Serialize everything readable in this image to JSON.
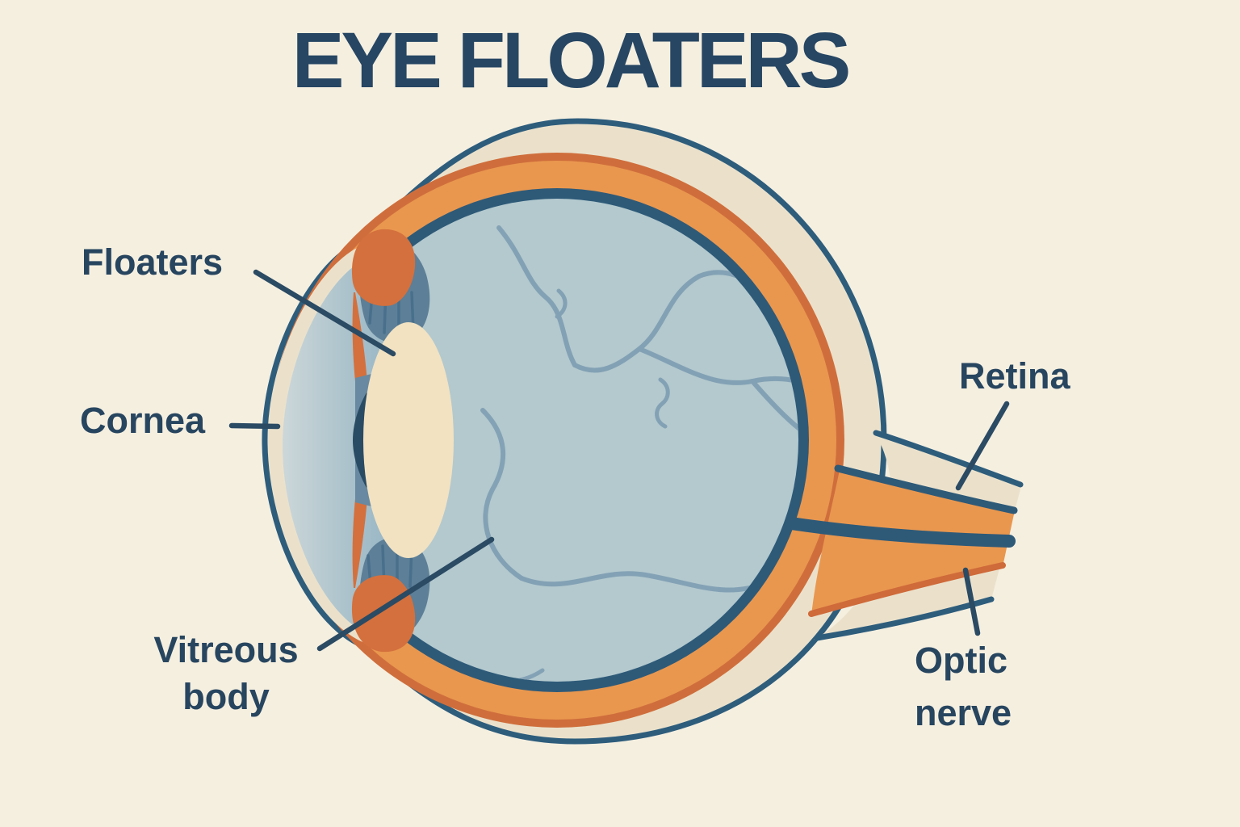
{
  "title": "EYE FLOATERS",
  "labels": {
    "floaters": "Floaters",
    "cornea": "Cornea",
    "vitreous_body": "Vitreous body",
    "retina": "Retina",
    "optic_nerve": "Optic nerve"
  },
  "diagram": {
    "type": "eye-anatomy-cross-section",
    "parts_labeled": [
      "Floaters",
      "Cornea",
      "Vitreous body",
      "Retina",
      "Optic nerve"
    ]
  },
  "colors": {
    "background": "#f5efe0",
    "title_text": "#264663",
    "label_text": "#27455f",
    "leader_line": "#2b4a63",
    "outline_blue": "#2e5d7c",
    "sclera_cream": "#ebe1cb",
    "choroid_orange": "#e9974f",
    "choroid_dark_orange": "#cf6e3c",
    "retina_ring_blue": "#2e5a78",
    "vitreous_blue_gray": "#b3c9ce",
    "vein_blue": "#7e9db2",
    "lens_cream": "#f2e2c1",
    "iris_orange": "#d4703d",
    "ciliary_slate": "#5d7f97",
    "pupil_dark": "#2a4b64"
  }
}
